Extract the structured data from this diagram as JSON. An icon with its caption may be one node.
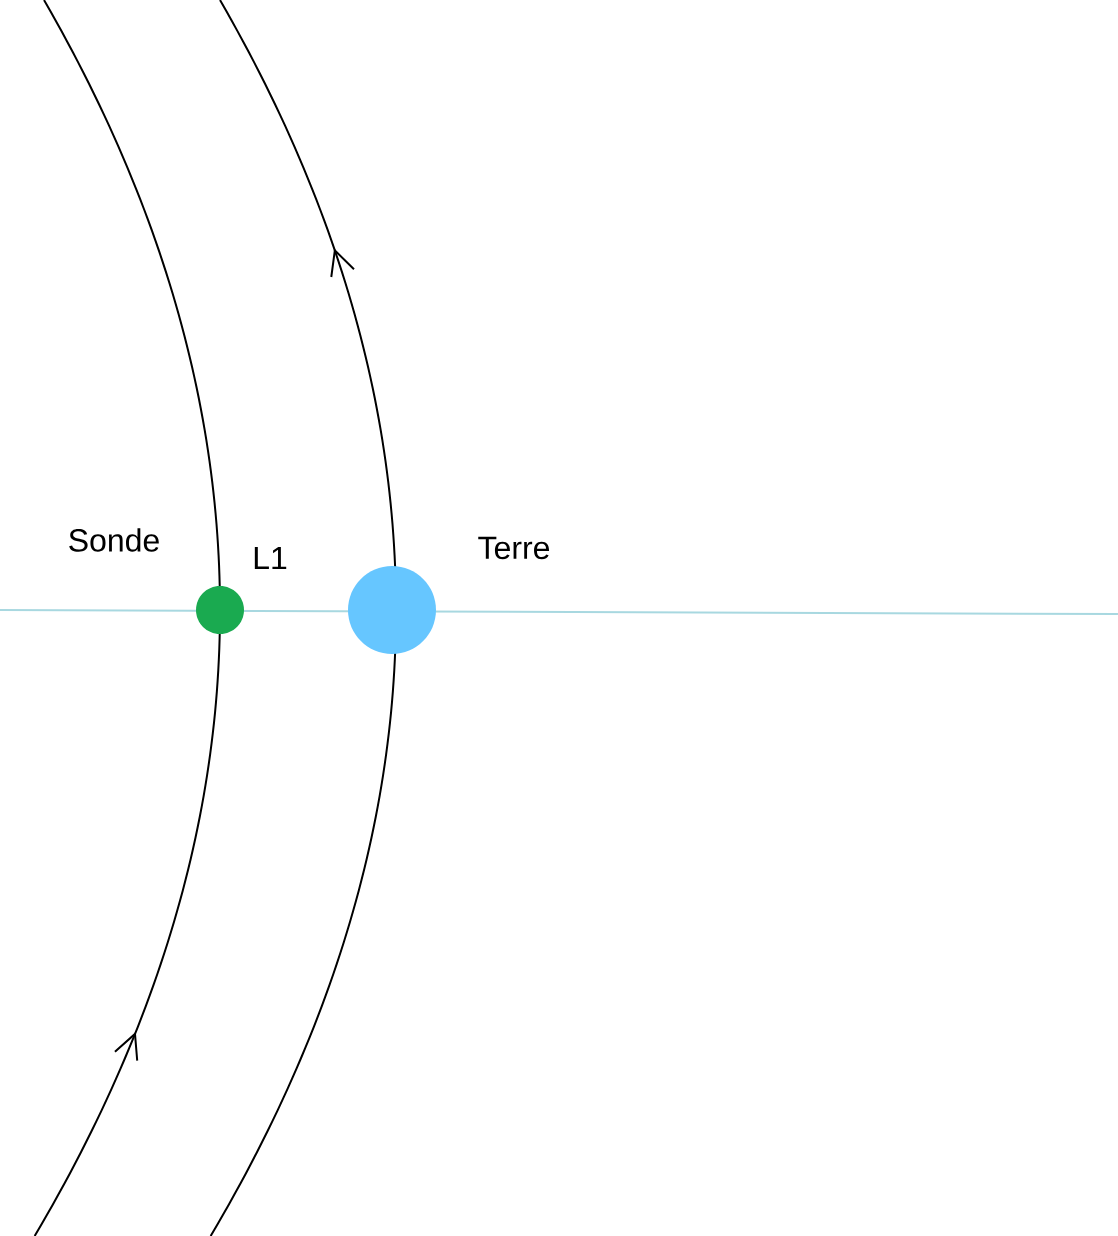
{
  "diagram": {
    "nodes": [
      {
        "text": [],
        "shape": "circle",
        "beside": [
          "Sonde",
          "L1"
        ]
      },
      {
        "text": [],
        "shape": "circle",
        "beside": [
          "Terre"
        ]
      }
    ]
  }
}
